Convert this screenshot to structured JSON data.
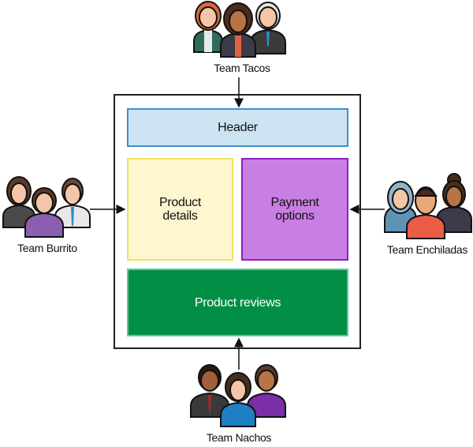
{
  "diagram": {
    "type": "micro-frontend ownership",
    "page": {
      "sections": {
        "header": "Header",
        "product_details": [
          "Product",
          "details"
        ],
        "payment_options": [
          "Payment",
          "options"
        ],
        "product_reviews": "Product reviews"
      }
    },
    "teams": {
      "top": "Team Tacos",
      "left": "Team Burrito",
      "right": "Team Enchiladas",
      "bottom": "Team Nachos"
    },
    "edges": [
      {
        "from": "Team Tacos",
        "to": "Header"
      },
      {
        "from": "Team Burrito",
        "to": "Product details"
      },
      {
        "from": "Team Enchiladas",
        "to": "Payment options"
      },
      {
        "from": "Team Nachos",
        "to": "Product reviews"
      }
    ],
    "colors": {
      "header_fill": "#cde3f2",
      "header_border": "#3b8fd0",
      "details_fill": "#fdf6cf",
      "details_border": "#f2e160",
      "payment_fill": "#c97ee3",
      "payment_border": "#8b1fc6",
      "reviews_fill": "#018f45"
    }
  }
}
